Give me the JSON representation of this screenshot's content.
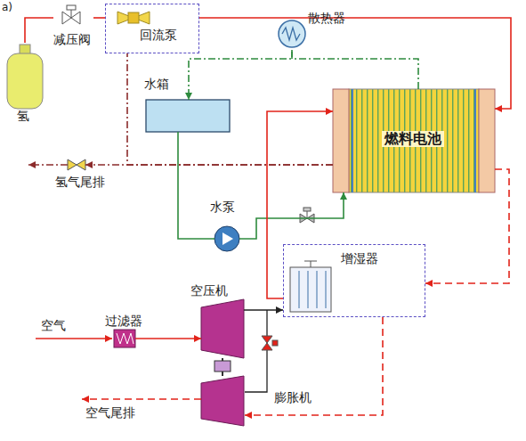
{
  "diagram": {
    "nodes": [
      {
        "text": [
          "氢"
        ]
      },
      {
        "text": [
          "减压阀"
        ]
      },
      {
        "text": [
          "回流泵"
        ]
      },
      {
        "text": [
          "散热器"
        ]
      },
      {
        "text": [
          "水箱"
        ]
      },
      {
        "text": [
          "燃料电池"
        ]
      },
      {
        "text": [
          "氢气尾排"
        ]
      },
      {
        "text": [
          "水泵"
        ]
      },
      {
        "text": [
          "增湿器"
        ]
      },
      {
        "text": [
          "空压机"
        ]
      },
      {
        "text": [
          "过滤器"
        ]
      },
      {
        "text": [
          "膨胀机"
        ]
      }
    ],
    "edges": [
      {
        "from": 0,
        "to": 1,
        "arrow": "none"
      },
      {
        "from": 1,
        "to": 2,
        "arrow": "none"
      },
      {
        "from": 2,
        "to": 5,
        "arrow": "to"
      },
      {
        "from": 5,
        "to": 6,
        "arrow": "to"
      },
      {
        "from": 5,
        "to": 2,
        "arrow": "none"
      },
      {
        "from": 5,
        "to": 3,
        "arrow": "none"
      },
      {
        "from": 3,
        "to": 4,
        "arrow": "to"
      },
      {
        "from": 4,
        "to": 7,
        "arrow": "none"
      },
      {
        "from": 7,
        "to": 5,
        "arrow": "to"
      },
      {
        "from": 9,
        "to": 8,
        "arrow": "to"
      },
      {
        "from": 8,
        "to": 5,
        "arrow": "to"
      },
      {
        "from": 5,
        "to": 8,
        "arrow": "to"
      },
      {
        "from": 8,
        "to": 11,
        "arrow": "to"
      },
      {
        "from": 10,
        "to": 9,
        "arrow": "to"
      }
    ],
    "labels": [
      "a)",
      "空气",
      "空气尾排"
    ]
  }
}
